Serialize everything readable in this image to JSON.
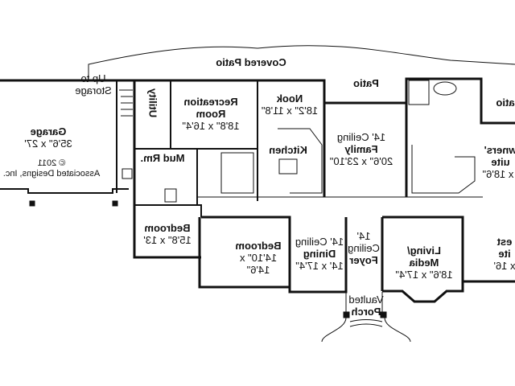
{
  "plan": {
    "mirrored": true,
    "rooms": {
      "covered_patio": "Covered Patio",
      "patio_center": "Patio",
      "patio_right": "atio",
      "storage": [
        "Up to",
        "Storage"
      ],
      "garage": {
        "name": "Garage",
        "size": "35'6\" x 27'"
      },
      "copyright": [
        "© 2011",
        "Associated Designs, Inc."
      ],
      "utility": "Utility",
      "recreation": {
        "name": [
          "Recreation",
          "Room"
        ],
        "size": "18'8\" x 16'4\""
      },
      "mud_room": "Mud Rm.",
      "nook": {
        "name": "Nook",
        "size": "18'2\" x 11'8\""
      },
      "kitchen": "Kitchen",
      "family": {
        "ceiling": "14' Ceiling",
        "name": "Family",
        "size": "20'6\" x 23'10\""
      },
      "owners_suite": [
        "wners'",
        "uite",
        "' x 18'6\""
      ],
      "bedroom1": {
        "name": "Bedroom",
        "size": "15'8\" x 13'"
      },
      "bedroom2": {
        "name": "Bedroom",
        "size": [
          "14'10\" x",
          "14'6\""
        ]
      },
      "dining": {
        "ceiling": "14' Ceiling",
        "name": "Dining",
        "size": "14' x 17'4\""
      },
      "foyer": [
        "14'",
        "Ceiling",
        "Foyer"
      ],
      "living": {
        "name": [
          "Living/",
          "Media"
        ],
        "size": "18'6\" x 17'4\""
      },
      "guest_suite": [
        "est",
        "ite",
        "x 16'"
      ],
      "porch": [
        "Vaulted",
        "Porch"
      ]
    }
  }
}
